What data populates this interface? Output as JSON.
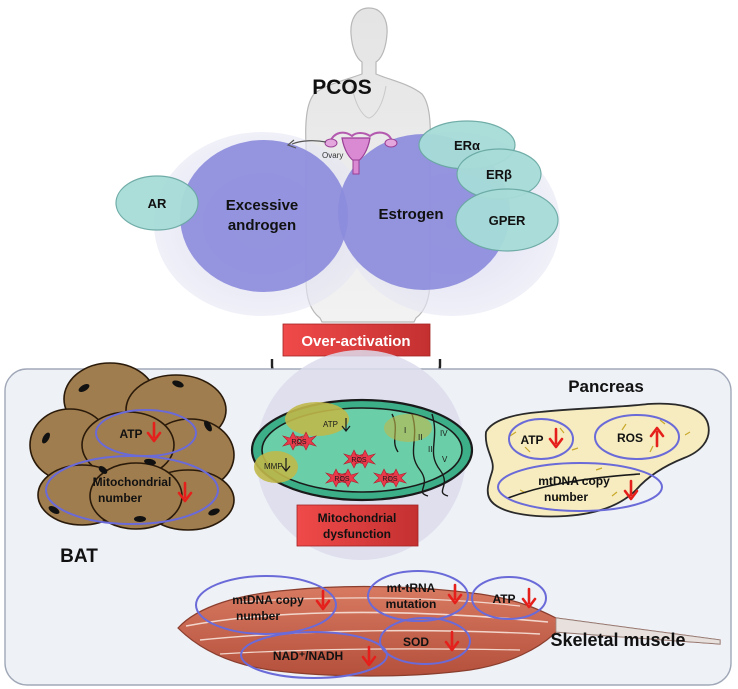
{
  "top": {
    "title": "PCOS",
    "ovary_label": "Ovary",
    "androgen_line1": "Excessive",
    "androgen_line2": "androgen",
    "estrogen": "Estrogen",
    "receptors": {
      "ar": "AR",
      "er_alpha": "ERα",
      "er_beta": "ERβ",
      "gper": "GPER"
    },
    "over_activation": "Over-activation"
  },
  "bat": {
    "label": "BAT",
    "atp": "ATP",
    "mito_line1": "Mitochondrial",
    "mito_line2": "number"
  },
  "mito": {
    "atp": "ATP",
    "mmp": "MMP",
    "ros": "ROS",
    "complexes": [
      "I",
      "II",
      "III",
      "IV",
      "V"
    ],
    "dysfunction_line1": "Mitochondrial",
    "dysfunction_line2": "dysfunction"
  },
  "pancreas": {
    "title": "Pancreas",
    "atp": "ATP",
    "ros": "ROS",
    "mtdna_line1": "mtDNA copy",
    "mtdna_line2": "number"
  },
  "muscle": {
    "title": "Skeletal muscle",
    "mtdna_line1": "mtDNA copy",
    "mtdna_line2": "number",
    "trna_line1": "mt-tRNA",
    "trna_line2": "mutation",
    "atp": "ATP",
    "nad": "NAD⁺/NADH",
    "sod": "SOD"
  },
  "colors": {
    "blob": "#8c8cdc",
    "receptor": "#a7dcd8",
    "over_activation_box": "#e94444",
    "panel_bg": "#eef1f6",
    "arrow_red": "#e5201c",
    "outline_blue": "#6a6ad8",
    "bat_cell": "#a07d4e",
    "pancreas_fill": "#f6ecc0",
    "muscle": "#c8664e"
  }
}
